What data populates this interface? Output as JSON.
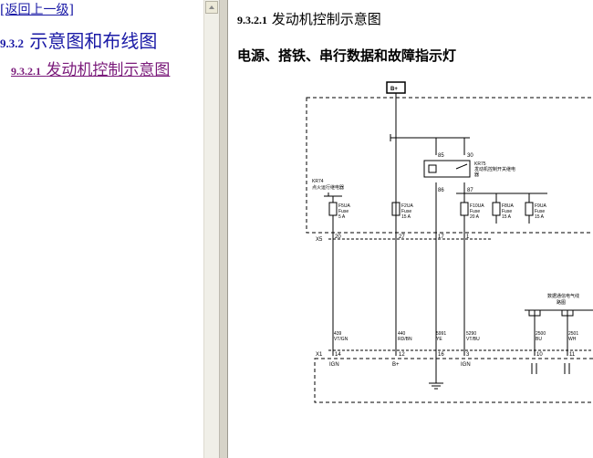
{
  "nav": {
    "back_link": "[返回上一级]",
    "section_num": "9.3.2",
    "section_title": "示意图和布线图",
    "sub_num": "9.3.2.1",
    "sub_title": "发动机控制示意图"
  },
  "content": {
    "title_num": "9.3.2.1",
    "title_text": "发动机控制示意图",
    "subtitle": "电源、搭铁、串行数据和故障指示灯"
  },
  "diagram": {
    "battery_label": "B+",
    "relay_ignition": [
      "KR74",
      "点火运行继电器"
    ],
    "relay_main": [
      "KR75",
      "发动机控制开关继电",
      "器"
    ],
    "pins_relay": [
      "85",
      "30",
      "86",
      "87"
    ],
    "fuses": [
      {
        "id": "F5UA",
        "type": "Fuse",
        "rating": "5 A"
      },
      {
        "id": "F2UA",
        "type": "Fuse",
        "rating": "15 A"
      },
      {
        "id": "F10UA",
        "type": "Fuse",
        "rating": "20 A"
      },
      {
        "id": "F8UA",
        "type": "Fuse",
        "rating": "15 A"
      },
      {
        "id": "F9UA",
        "type": "Fuse",
        "rating": "15 A"
      }
    ],
    "connector_x5": "X5",
    "x5_pins": [
      "20",
      "27",
      "17",
      "1"
    ],
    "wires": [
      {
        "circuit": "439",
        "color": "VT/GN"
      },
      {
        "circuit": "440",
        "color": "RD/BN"
      },
      {
        "circuit": "5991",
        "color": "YE"
      },
      {
        "circuit": "5290",
        "color": "VT/BU"
      },
      {
        "circuit": "2500",
        "color": "BU"
      },
      {
        "circuit": "2501",
        "color": "WH"
      }
    ],
    "comm_label": [
      "数据通信电气线",
      "路图"
    ],
    "connector_x1": "X1",
    "x1_pins": [
      "14",
      "12",
      "16",
      "3",
      "10",
      "11"
    ],
    "x1_labels": [
      "IGN",
      "B+",
      "IGN"
    ]
  }
}
